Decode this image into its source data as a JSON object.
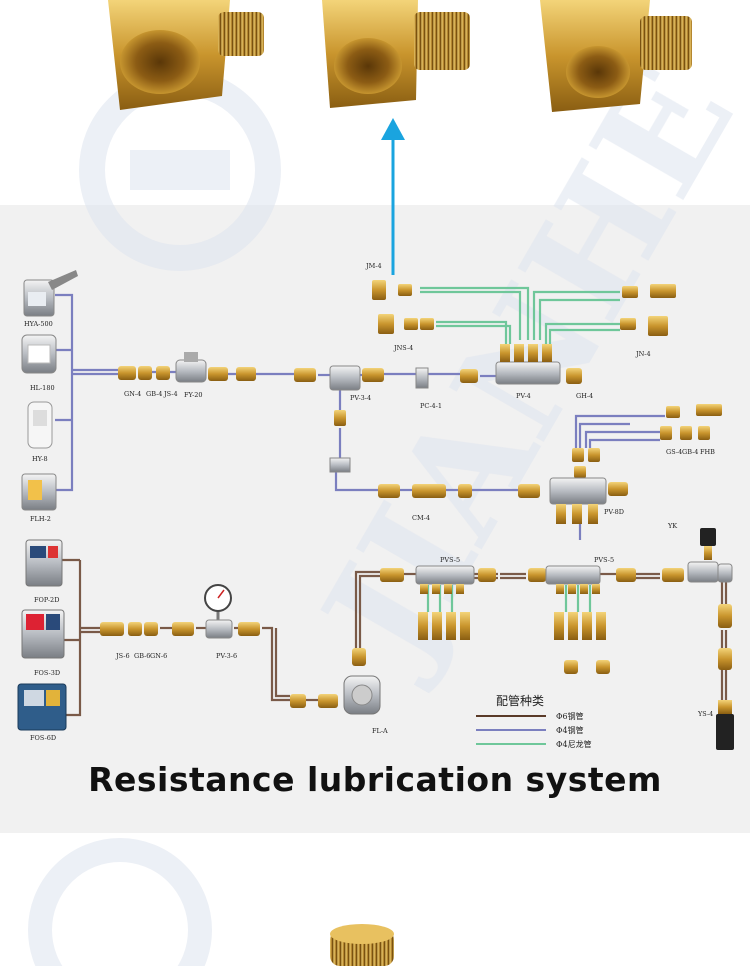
{
  "title": "Resistance lubrication system",
  "colors": {
    "background": "#ffffff",
    "panel": "#f1f1f1",
    "arrow": "#1aa4df",
    "pipe_phi6_copper": "#5a3a28",
    "pipe_phi4_copper": "#7b7fbf",
    "pipe_phi4_nylon": "#6fc79a",
    "brass": "#d4a437",
    "watermark": "#dde3ee"
  },
  "watermark": {
    "text": "JIANHE"
  },
  "labels": {
    "hya500": "HYA-500",
    "hl180": "HL-180",
    "hy8": "HY-8",
    "flh2": "FLH-2",
    "fop2d": "FOP-2D",
    "fos3d": "FOS-3D",
    "fos6d": "FOS-6D",
    "gn4": "GN-4",
    "gb4": "GB-4",
    "js4": "JS-4",
    "fy20": "FY-20",
    "pv34": "PV-3-4",
    "pc41": "PC-4-1",
    "pv4": "PV-4",
    "gh4": "GH-4",
    "jm4": "JM-4",
    "jns4": "JNS-4",
    "jn4": "JN-4",
    "gs4": "GS-4",
    "gb4b": "GB-4",
    "fhb": "FHB",
    "cm4": "CM-4",
    "pv8d": "PV-8D",
    "js6": "JS-6",
    "gb6": "GB-6",
    "gn6": "GN-6",
    "pv36": "PV-3-6",
    "pvs5a": "PVS-5",
    "pvs5b": "PVS-5",
    "yk": "YK",
    "ys4": "YS-4",
    "fla": "FL-A"
  },
  "legend": {
    "title": "配管种类",
    "items": [
      {
        "label": "Φ6钢管",
        "color": "#5a3a28"
      },
      {
        "label": "Φ4钢管",
        "color": "#7b7fbf"
      },
      {
        "label": "Φ4尼龙管",
        "color": "#6fc79a"
      }
    ]
  }
}
